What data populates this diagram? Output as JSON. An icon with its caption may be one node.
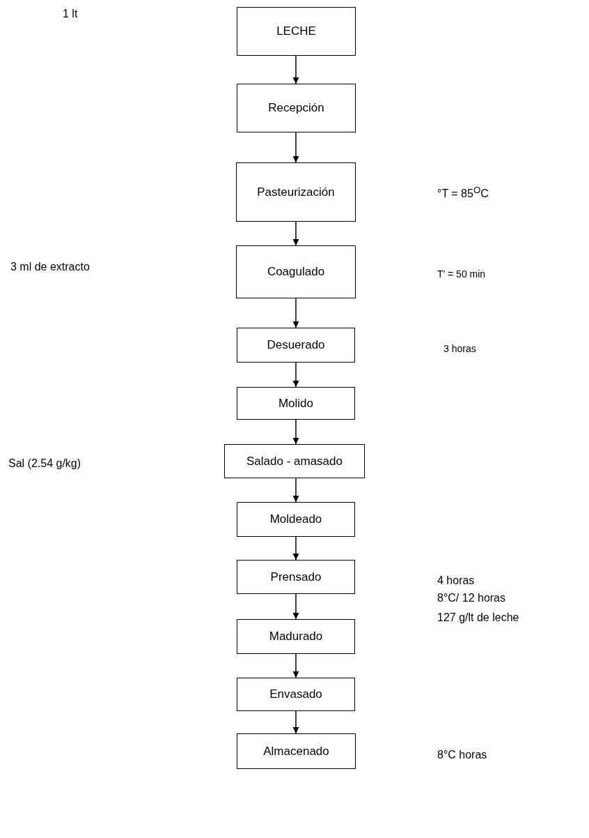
{
  "diagram": {
    "nodes": [
      {
        "text": [
          "LECHE"
        ]
      },
      {
        "text": [
          "Recepción"
        ]
      },
      {
        "text": [
          "Pasteurización"
        ]
      },
      {
        "text": [
          "Coagulado"
        ]
      },
      {
        "text": [
          "Desuerado"
        ]
      },
      {
        "text": [
          "Molido"
        ]
      },
      {
        "text": [
          "Salado - amasado"
        ]
      },
      {
        "text": [
          "Moldeado"
        ]
      },
      {
        "text": [
          "Prensado"
        ]
      },
      {
        "text": [
          "Madurado"
        ]
      },
      {
        "text": [
          "Envasado"
        ]
      },
      {
        "text": [
          "Almacenado"
        ]
      }
    ],
    "edges": [
      {
        "from": 0,
        "to": 1,
        "arrow": "to"
      },
      {
        "from": 1,
        "to": 2,
        "arrow": "to"
      },
      {
        "from": 2,
        "to": 3,
        "arrow": "to"
      },
      {
        "from": 3,
        "to": 4,
        "arrow": "to"
      },
      {
        "from": 4,
        "to": 5,
        "arrow": "to"
      },
      {
        "from": 5,
        "to": 6,
        "arrow": "to"
      },
      {
        "from": 6,
        "to": 7,
        "arrow": "to"
      },
      {
        "from": 7,
        "to": 8,
        "arrow": "to"
      },
      {
        "from": 8,
        "to": 9,
        "arrow": "to"
      },
      {
        "from": 9,
        "to": 10,
        "arrow": "to"
      },
      {
        "from": 10,
        "to": 11,
        "arrow": "to"
      }
    ],
    "labels": [
      "1 lt",
      "°T = 85$^{O}$C",
      "3 ml de extracto",
      "T’ = 50 min",
      "3 horas",
      "Sal (2.54 g/kg)",
      "4 horas",
      "8°C/ 12 horas",
      "127 g/lt de leche",
      "8°C horas"
    ]
  }
}
